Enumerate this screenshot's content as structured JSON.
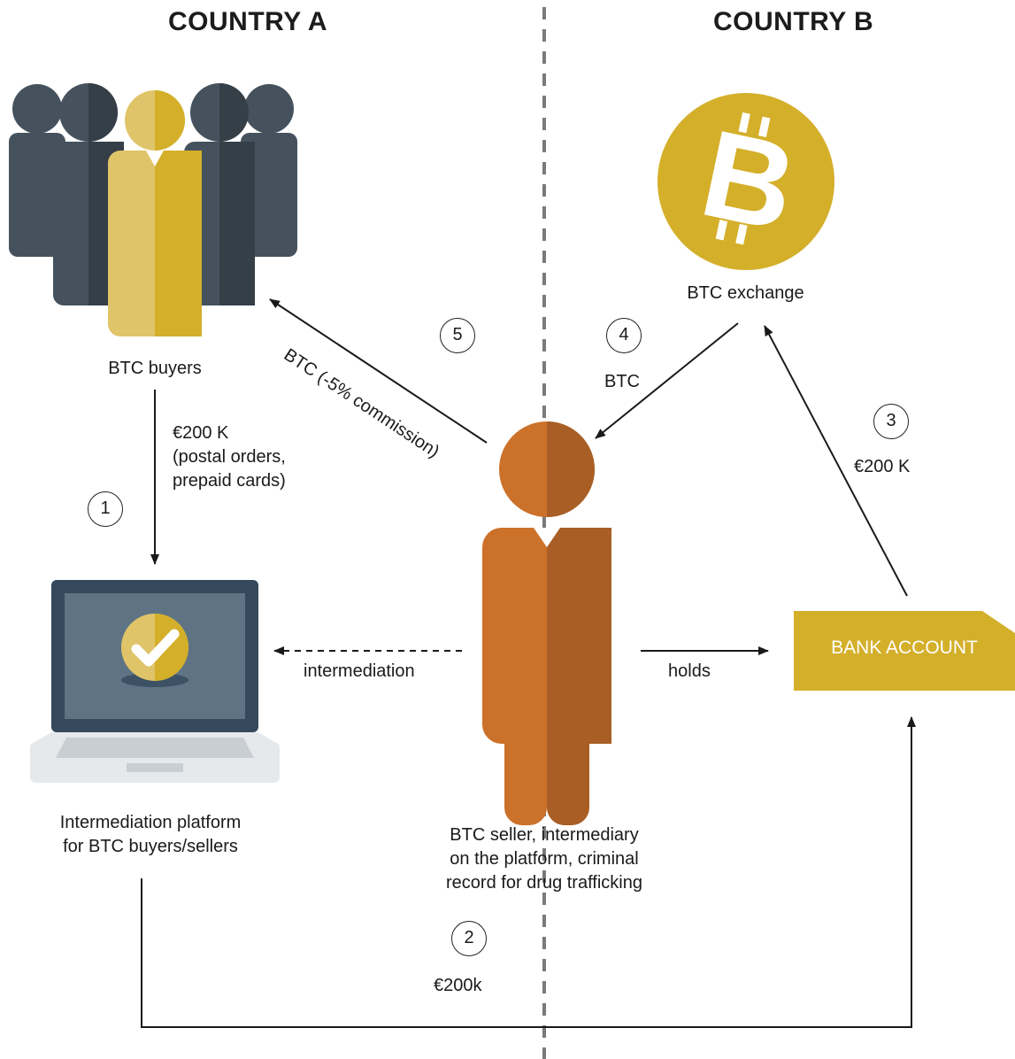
{
  "countries": {
    "a": "COUNTRY A",
    "b": "COUNTRY B"
  },
  "nodes": {
    "buyers": "BTC buyers",
    "exchange": "BTC exchange",
    "bank": "BANK ACCOUNT",
    "platform": [
      "Intermediation platform",
      "for BTC buyers/sellers"
    ],
    "seller": [
      "BTC seller, intermediary",
      "on the platform, criminal",
      "record for drug trafficking"
    ]
  },
  "steps": {
    "s1": "1",
    "s2": "2",
    "s3": "3",
    "s4": "4",
    "s5": "5"
  },
  "edges": {
    "buyers_to_platform": [
      "€200 K",
      "(postal orders,",
      "prepaid cards)"
    ],
    "platform_to_bank": "€200k",
    "bank_to_exchange": "€200 K",
    "exchange_to_seller": "BTC",
    "seller_to_buyers": "BTC (-5% commission)",
    "seller_to_platform": "intermediation",
    "seller_to_bank": "holds"
  },
  "colors": {
    "gold": "#d4af2a",
    "gold_light": "#e0c46a",
    "slate": "#45525e",
    "slate_dark": "#353f48",
    "orange": "#cc712a",
    "orange_dark": "#a85e24",
    "screen": "#5e7484",
    "laptop_frame": "#34495c",
    "divider": "#7a7a7a"
  },
  "icons": [
    "people-group-icon",
    "bitcoin-icon",
    "laptop-check-icon",
    "person-icon",
    "bank-card-icon"
  ]
}
